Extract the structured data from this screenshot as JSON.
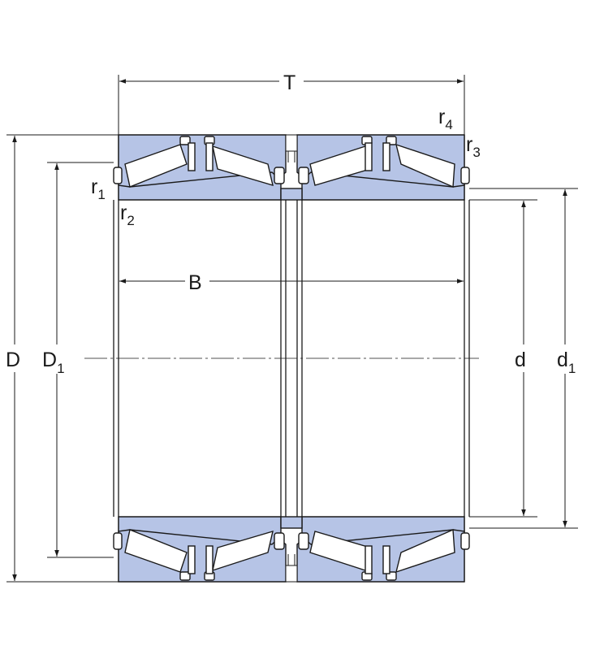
{
  "labels": {
    "T": "T",
    "B": "B",
    "D": "D",
    "D1_main": "D",
    "D1_sub": "1",
    "d": "d",
    "d1_main": "d",
    "d1_sub": "1",
    "r1_main": "r",
    "r1_sub": "1",
    "r2_main": "r",
    "r2_sub": "2",
    "r3_main": "r",
    "r3_sub": "3",
    "r4_main": "r",
    "r4_sub": "4"
  },
  "colors": {
    "ring_fill": "#b6c4e6",
    "line": "#1a1a1a",
    "background": "#ffffff"
  }
}
